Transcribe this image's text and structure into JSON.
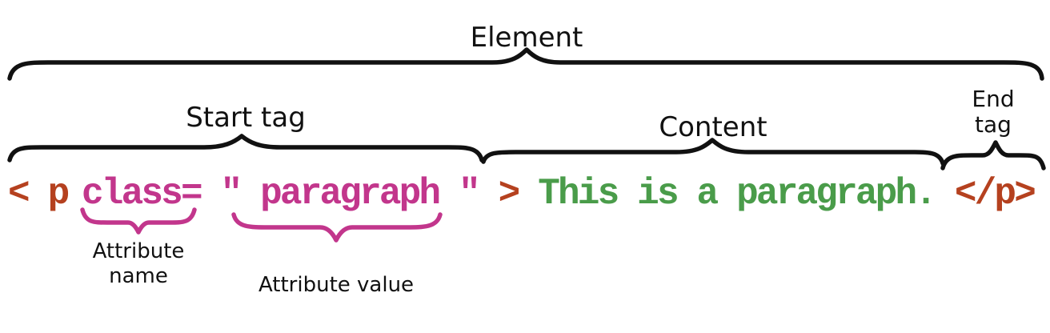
{
  "labels": {
    "element": "Element",
    "start_tag": "Start tag",
    "content": "Content",
    "end_tag_line1": "End",
    "end_tag_line2": "tag",
    "attribute_name_line1": "Attribute",
    "attribute_name_line2": "name",
    "attribute_value": "Attribute value"
  },
  "code": {
    "open_bracket": "<",
    "tag_name": "p",
    "attr_name": "class=",
    "open_quote": "″",
    "attr_value": "paragraph",
    "close_quote": "″",
    "close_bracket": ">",
    "content": "This is a paragraph.",
    "end_tag": "</p>"
  },
  "colors": {
    "tag": "#b5411f",
    "attribute": "#c2368c",
    "content": "#4a9c4a",
    "label": "#111111",
    "brace_black": "#111111",
    "brace_pink": "#c2368c"
  }
}
